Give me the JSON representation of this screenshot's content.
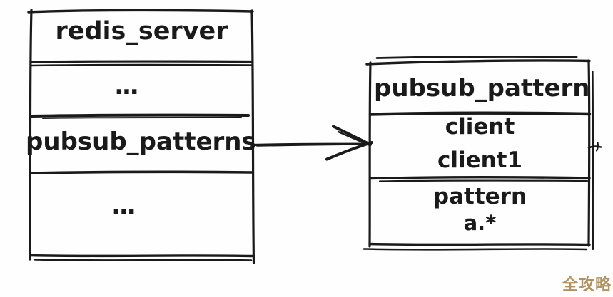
{
  "colors": {
    "ink": "#1a1a1a",
    "background": "#fefefe",
    "watermark": "#b2935f"
  },
  "left_table": {
    "title": "redis_server",
    "ellipsis_top": "...",
    "field": "pubsub_patterns",
    "ellipsis_bottom": "..."
  },
  "right_table": {
    "title": "pubsub_pattern",
    "client_cell": {
      "field": "client",
      "value": "client1"
    },
    "pattern_cell": {
      "field": "pattern",
      "value": "a.*"
    }
  },
  "watermark": {
    "text": "全攻略"
  }
}
